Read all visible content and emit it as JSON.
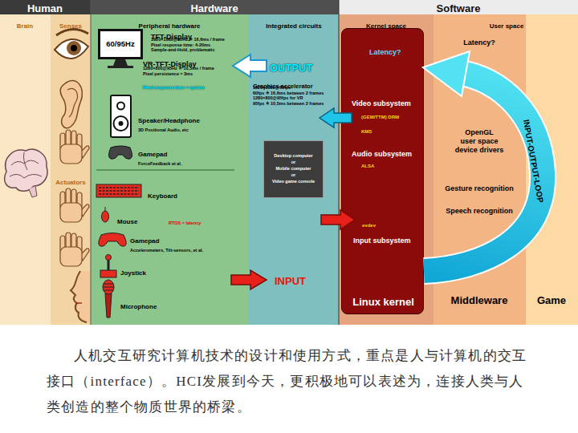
{
  "diagram": {
    "caption": "人机交互研究计算机技术的设计和使用方式，重点是人与计算机的交互接口（interface）。HCI发展到今天，更积极地可以表述为，连接人类与人类创造的整个物质世界的桥梁。",
    "nodes": [
      {
        "text": [
          "Human"
        ]
      },
      {
        "text": [
          "Hardware"
        ]
      },
      {
        "text": [
          "Software"
        ]
      },
      {
        "text": [
          "Brain"
        ]
      },
      {
        "text": [
          "Senses",
          "Actuators"
        ]
      },
      {
        "text": [
          "Peripheral hardware",
          "TFT-Display",
          "1920×1080@60Hz ≙ 16,6ms / frame Pixel response time: 4-20ms Sample-and-Hold, problematic",
          "VR-TFT-Display",
          "1280×800@95Hz ≙ 10,5ms / frame Pixel persistence ≈ 3ms",
          "Pixel response time ≈ system",
          "Speaker/Headphone",
          "3D Positional Audio, etc",
          "Gamepad",
          "ForceFeedback et al.",
          "Keyboard",
          "Mouse",
          "RTOS = latency",
          "Gamepad",
          "Accelerometers, Tilt-sensors, et al.",
          "Joystick",
          "Microphone"
        ]
      },
      {
        "text": [
          "60/95Hz"
        ],
        "in": 5
      },
      {
        "text": [
          "Integrated circuits",
          "OUTPUT",
          "Graphics accelerator",
          "1920×1080@60fps 60fps ≙ 16,6ms between 2 frames 1280×800@95fps for VR 95fps ≙ 10,5ms between 2 frames",
          "INPUT"
        ]
      },
      {
        "text": [
          "Desktop computer or Mobile computer or Video game console"
        ],
        "in": 7
      },
      {
        "text": [
          "Kernel space"
        ]
      },
      {
        "text": [
          "Latency?",
          "Video subsystem",
          "(GEM/TTM) DRM",
          "KMS",
          "Audio subsystem",
          "ALSA",
          "evdev",
          "Input subsystem",
          "Linux kernel"
        ],
        "in": 9
      },
      {
        "text": [
          "User space",
          "INPUT-OUTPUT-LOOP"
        ]
      },
      {
        "text": [
          "Latency?",
          "OpenGL user space device drivers",
          "Gesture recognition",
          "Speech recognition",
          "Middleware"
        ],
        "in": 11
      },
      {
        "text": [
          "Game"
        ],
        "in": 11
      }
    ]
  }
}
